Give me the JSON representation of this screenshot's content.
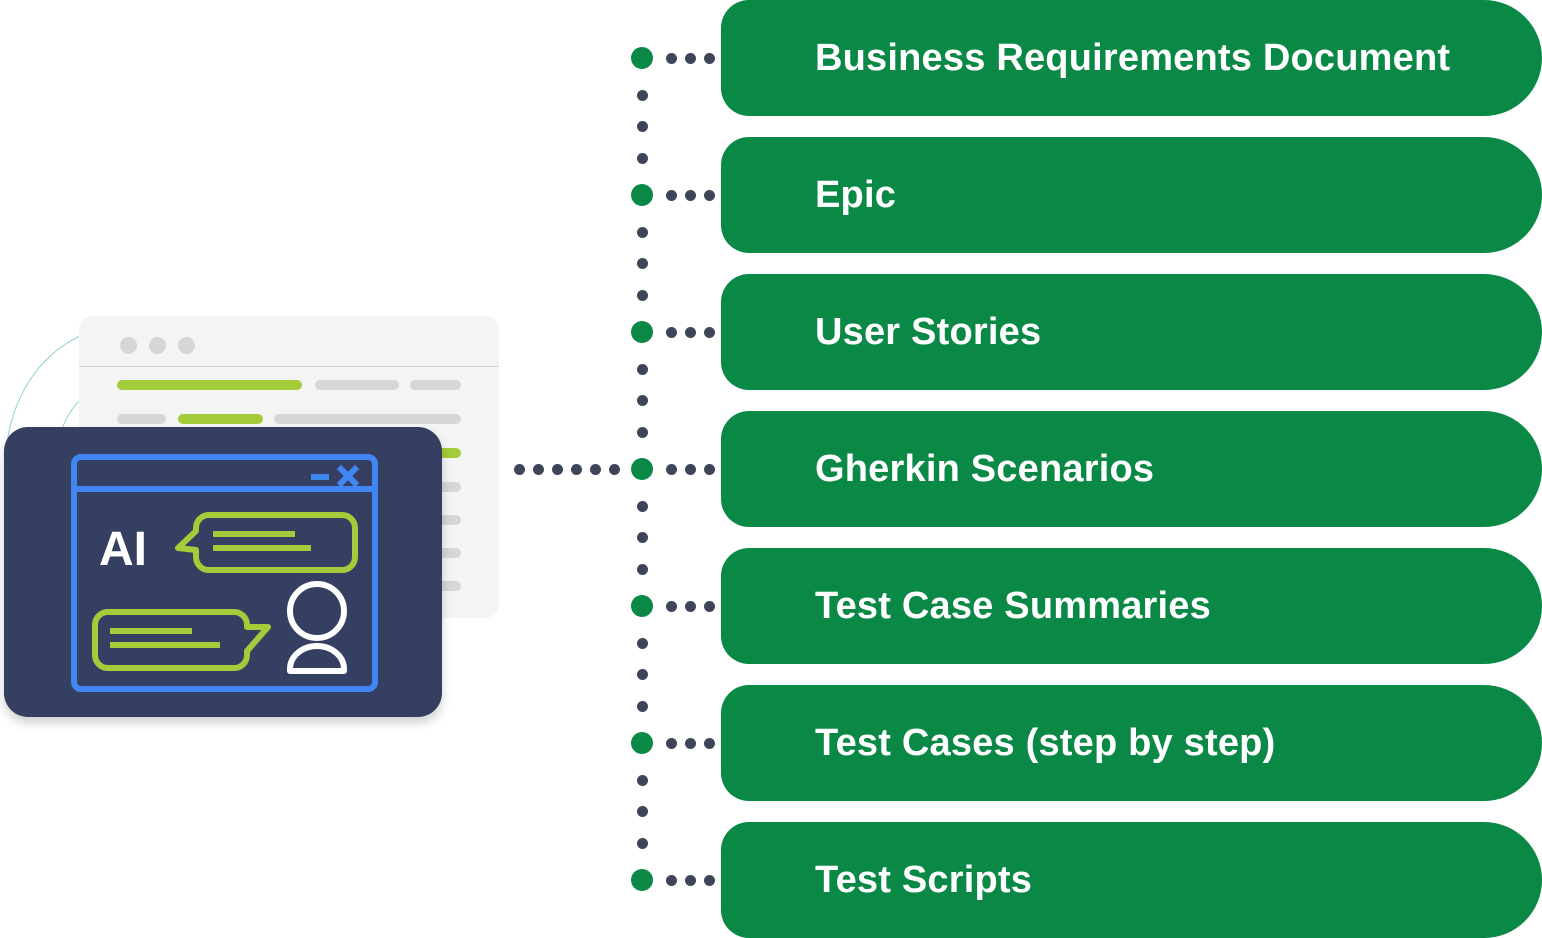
{
  "diagram": {
    "source": {
      "label": "AI",
      "illustration": "ai-chat-window"
    },
    "outputs": [
      {
        "label": "Business Requirements Document"
      },
      {
        "label": "Epic"
      },
      {
        "label": "User Stories"
      },
      {
        "label": "Gherkin Scenarios"
      },
      {
        "label": "Test Case Summaries"
      },
      {
        "label": "Test Cases (step by step)"
      },
      {
        "label": "Test Scripts"
      }
    ]
  },
  "colors": {
    "pill_green": "#0a8845",
    "node_green": "#0a8845",
    "connector_dot": "#3f4558",
    "card_navy": "#353f62",
    "window_blue": "#4286f4",
    "bubble_lime": "#a3cb3a",
    "back_window_gray": "#f4f4f4",
    "arc_teal": "#7fcfcf"
  }
}
